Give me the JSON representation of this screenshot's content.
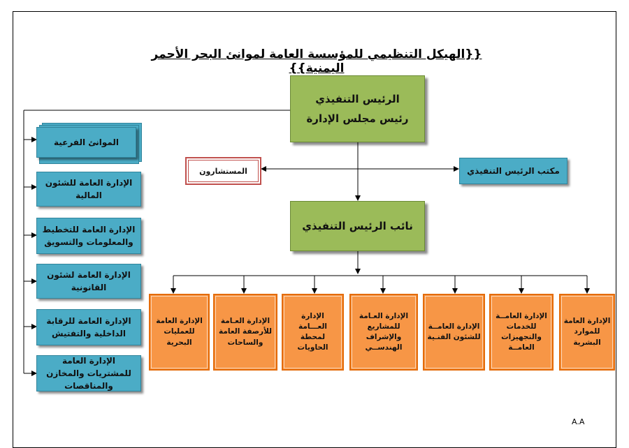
{
  "title": "{{الهيكل التنظيمي للمؤسسة العامة لموانئ البحر الأحمر اليمنية}}",
  "top_box": {
    "line1": "الرئيس التنفيذي",
    "line2": "رئيس مجلس الإدارة"
  },
  "deputy_box": "نائب الرئيس التنفيذي",
  "advisors_box": "المستشارون",
  "ceo_office_box": "مكتب الرئيس التنفيذي",
  "left_units": [
    "الموانئ الفرعية",
    "الإدارة العامة للشئون المالية",
    "الإدارة العامة للتخطيط والمعلومات والتسويق",
    "الإدارة العامة لشئون القانونية",
    "الإدارة العامة للرقابة الداخلية والتفتيش",
    "الإدارة العامة للمشتريات والمخازن والمناقصات"
  ],
  "bottom_units": [
    "الإدارة العامة للعمليات البحرية",
    "الإدارة العـامة للأرصفة العامة والساحات",
    "الإدارة العـــامة لمحطة الحاويات",
    "الإدارة العـامة للمشاريع والإشراف الهندســي",
    "الإدارة العامــة للشئون الفنـية",
    "الإدارة العامــة للخدمات والتجهيزات العامــة",
    "الإدارة العامة للموارد البشرية"
  ],
  "footer": "A.A",
  "colors": {
    "green": "#9bbb59",
    "blue": "#4bacc6",
    "orange": "#f79646",
    "advisors_border": "#c0504d"
  }
}
